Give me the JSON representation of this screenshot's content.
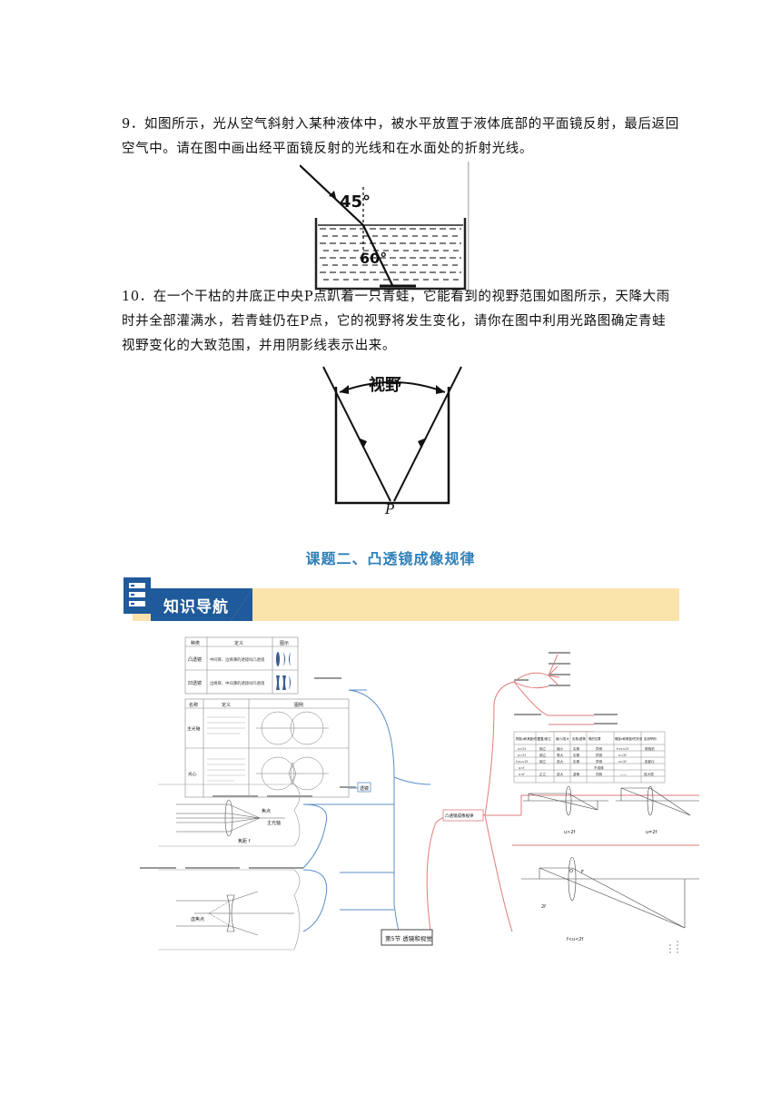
{
  "questions": [
    {
      "text": "9．如图所示，光从空气斜射入某种液体中，被水平放置于液体底部的平面镜反射，最后返回空气中。请在图中画出经平面镜反射的光线和在水面处的折射光线。",
      "figure_labels": {
        "angle_top": "45°",
        "angle_bottom": "60°"
      }
    },
    {
      "text": "10．在一个干枯的井底正中央P点趴着一只青蛙，它能看到的视野范围如图所示，天降大雨时并全部灌满水，若青蛙仍在P点，它的视野将发生变化，请你在图中利用光路图确定青蛙视野变化的大致范围，并用阴影线表示出来。",
      "figure_labels": {
        "view": "视野",
        "point": "P"
      }
    }
  ],
  "section_title": "课题二、凸透镜成像规律",
  "nav_label": "知识导航",
  "mindmap": {
    "root": "第5节 透镜和视觉",
    "lens_table_headers": [
      "种类",
      "定义",
      "图示"
    ],
    "lens_rows": [
      "凸透镜",
      "凹透镜"
    ],
    "lens_defs": [
      "中间厚、边缘薄的透镜叫凸透镜",
      "边缘厚、中间薄的透镜叫凹透镜"
    ],
    "term_headers": [
      "名称",
      "定义",
      "图例"
    ],
    "terms": [
      "主光轴",
      "光心"
    ],
    "optical_labels": [
      "焦点",
      "主光轴",
      "焦距 f",
      "虚焦点"
    ],
    "branch_lens": "透镜",
    "branch_imaging": "凸透镜成像规律",
    "imaging_table_headers": [
      "物距u和焦距f的关系",
      "正立/倒立",
      "缩小/放大",
      "实像/虚像",
      "像的位置",
      "像距v和焦距f的关系",
      "应用举例"
    ],
    "imaging_rows": [
      [
        "u>2f",
        "倒立",
        "缩小",
        "实像",
        "异侧",
        "f<v<2f",
        "照相机"
      ],
      [
        "u=2f",
        "倒立",
        "等大",
        "实像",
        "异侧",
        "v=2f",
        ""
      ],
      [
        "f<u<2f",
        "倒立",
        "放大",
        "实像",
        "异侧",
        "v>2f",
        "投影仪"
      ],
      [
        "u=f",
        "",
        "",
        "不成像",
        "",
        "",
        ""
      ],
      [
        "u<f",
        "正立",
        "放大",
        "虚像",
        "同侧",
        "——",
        "放大镜"
      ]
    ],
    "diagram_captions": [
      "u>2f",
      "u=2f",
      "f<u<2f"
    ],
    "focus_labels": [
      "F",
      "O",
      "2f"
    ]
  }
}
